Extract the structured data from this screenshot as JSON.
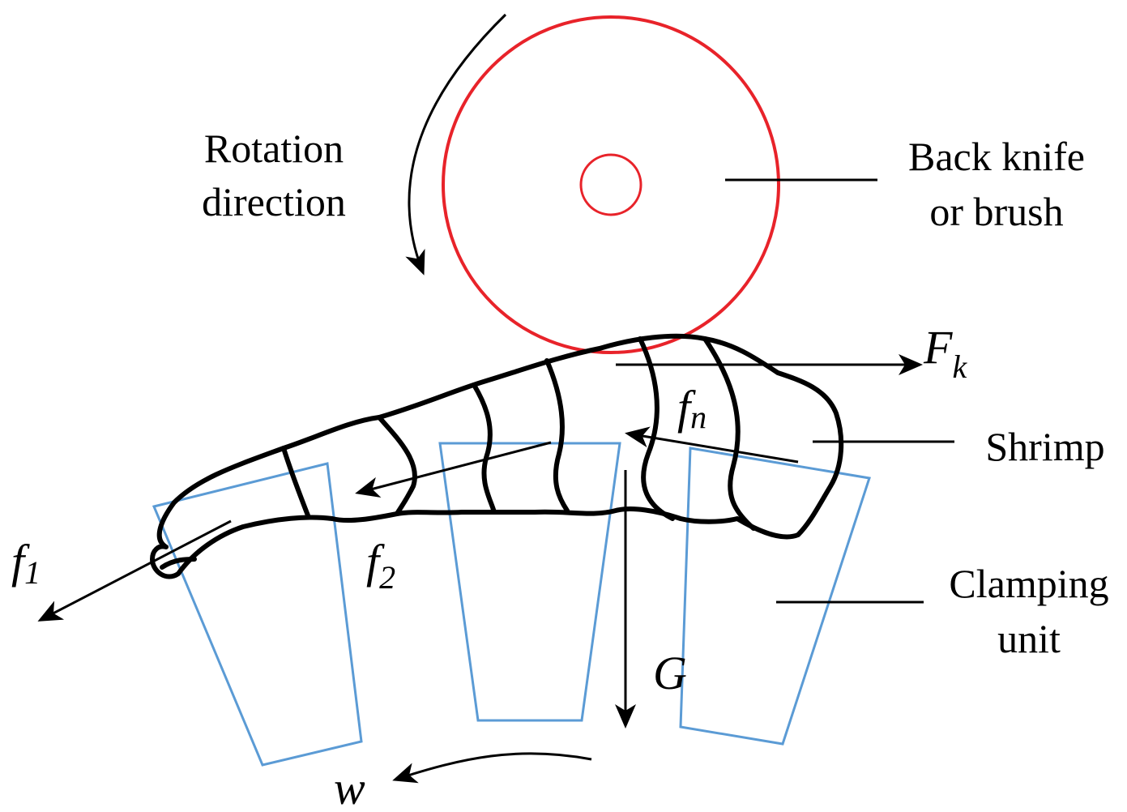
{
  "labels": {
    "rotation_line1": "Rotation",
    "rotation_line2": "direction",
    "knife_line1": "Back knife",
    "knife_line2": "or brush",
    "shrimp": "Shrimp",
    "clamp_line1": "Clamping",
    "clamp_line2": "unit"
  },
  "symbols": {
    "f1": {
      "main": "f",
      "sub": "1"
    },
    "f2": {
      "main": "f",
      "sub": "2"
    },
    "fn": {
      "main": "f",
      "sub": "n"
    },
    "Fk": {
      "main": "F",
      "sub": "k"
    },
    "G": "G",
    "w": "w"
  },
  "colors": {
    "knife": "#e8232a",
    "clamp": "#5b9bd5",
    "ink": "#000000"
  }
}
